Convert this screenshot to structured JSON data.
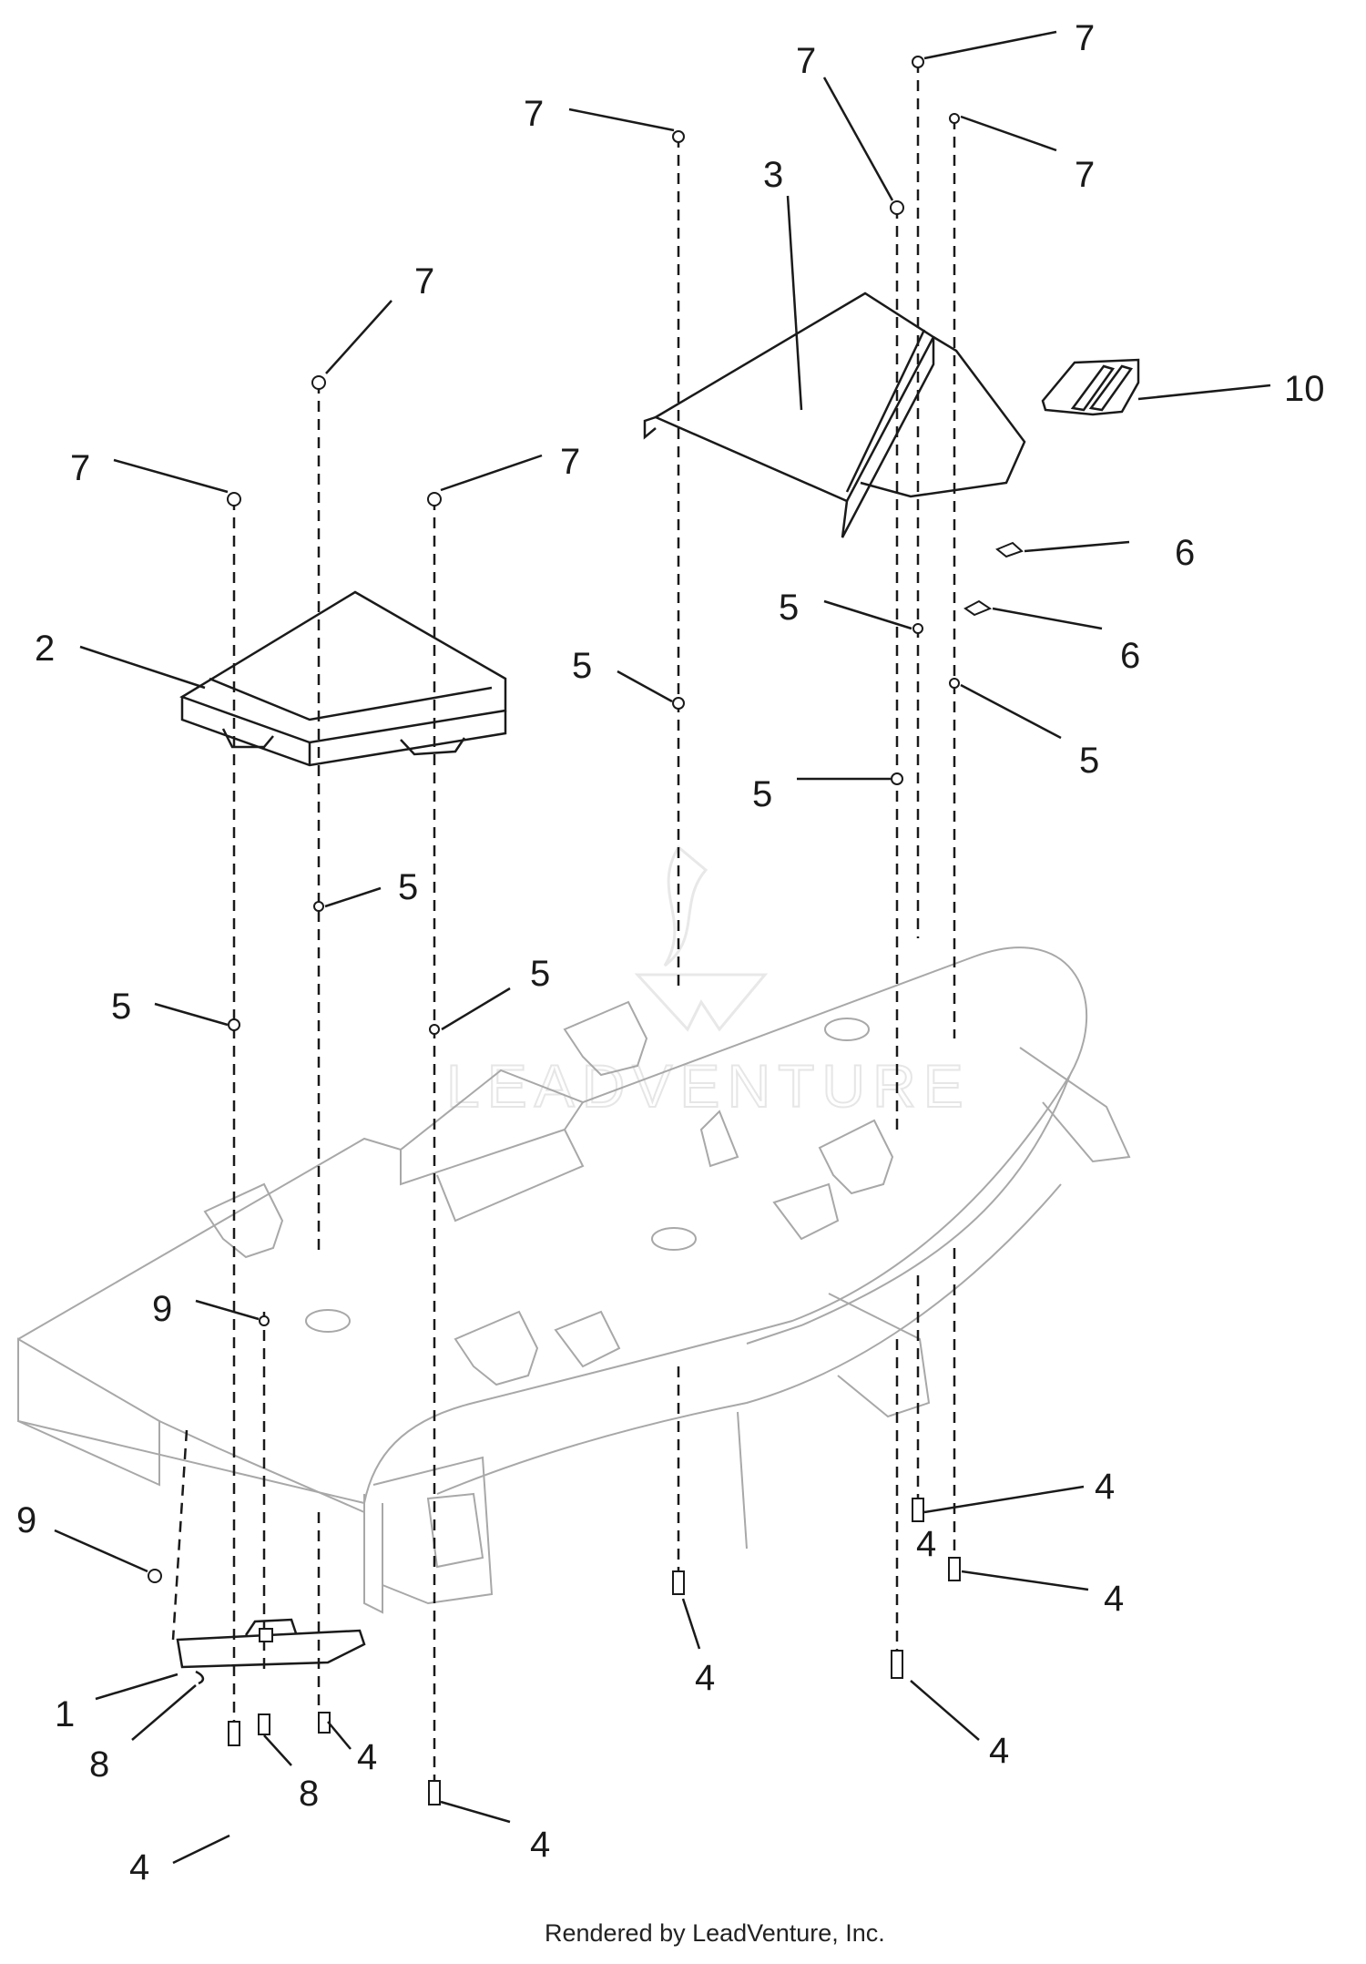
{
  "diagram": {
    "callouts": [
      {
        "id": "c1",
        "label": "1"
      },
      {
        "id": "c2",
        "label": "2"
      },
      {
        "id": "c3",
        "label": "3"
      },
      {
        "id": "c4a",
        "label": "4"
      },
      {
        "id": "c4b",
        "label": "4"
      },
      {
        "id": "c4c",
        "label": "4"
      },
      {
        "id": "c4d",
        "label": "4"
      },
      {
        "id": "c4e",
        "label": "4"
      },
      {
        "id": "c4f",
        "label": "4"
      },
      {
        "id": "c4g",
        "label": "4"
      },
      {
        "id": "c4h",
        "label": "4"
      },
      {
        "id": "c5a",
        "label": "5"
      },
      {
        "id": "c5b",
        "label": "5"
      },
      {
        "id": "c5c",
        "label": "5"
      },
      {
        "id": "c5d",
        "label": "5"
      },
      {
        "id": "c5e",
        "label": "5"
      },
      {
        "id": "c5f",
        "label": "5"
      },
      {
        "id": "c5g",
        "label": "5"
      },
      {
        "id": "c6a",
        "label": "6"
      },
      {
        "id": "c6b",
        "label": "6"
      },
      {
        "id": "c7a",
        "label": "7"
      },
      {
        "id": "c7b",
        "label": "7"
      },
      {
        "id": "c7c",
        "label": "7"
      },
      {
        "id": "c7d",
        "label": "7"
      },
      {
        "id": "c7e",
        "label": "7"
      },
      {
        "id": "c7f",
        "label": "7"
      },
      {
        "id": "c7g",
        "label": "7"
      },
      {
        "id": "c8a",
        "label": "8"
      },
      {
        "id": "c8b",
        "label": "8"
      },
      {
        "id": "c9a",
        "label": "9"
      },
      {
        "id": "c9b",
        "label": "9"
      },
      {
        "id": "c10",
        "label": "10"
      }
    ]
  },
  "watermark": {
    "text": "LEADVENTURE"
  },
  "footer": {
    "credit": "Rendered by LeadVenture, Inc."
  }
}
